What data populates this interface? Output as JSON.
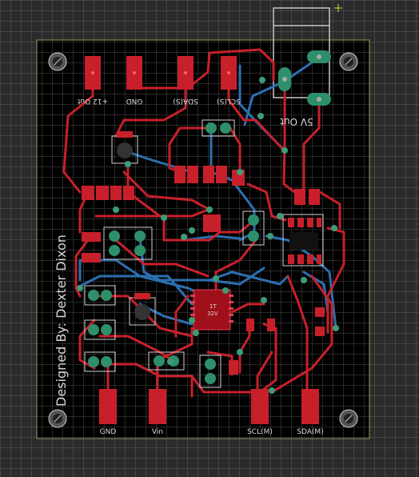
{
  "board": {
    "designer_text": "Designed By: Dexter Dixon"
  },
  "labels": {
    "out_12v": "+12 Out",
    "gnd_top": "GND",
    "sda_s": "SDA(S)",
    "scl_s": "SCL(S)",
    "out_5v": "5V Out",
    "gnd_bottom": "GND",
    "vin": "Vin",
    "scl_m": "SCL(M)",
    "sda_m": "SDA(M)"
  },
  "chip_labels": {
    "u1_line1": "1T",
    "u1_line2": "32V"
  },
  "colors": {
    "background": "#2b2b2b",
    "grid": "#5c5c5c",
    "board": "#000000",
    "board_outline": "#9a9a6a",
    "top_copper": "#c8202a",
    "bottom_copper": "#2c6fb0",
    "via": "#3d9c7a",
    "silkscreen": "#d8d8d8"
  }
}
